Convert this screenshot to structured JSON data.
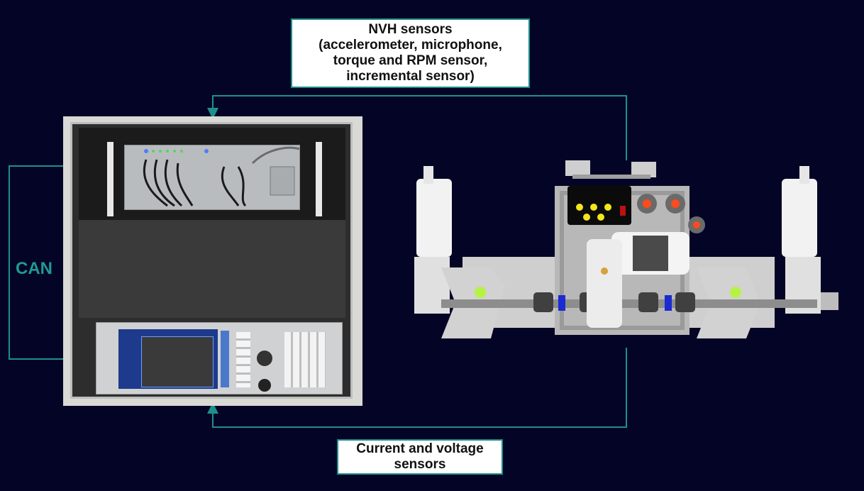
{
  "labels": {
    "nvh": [
      "NVH sensors",
      "(accelerometer, microphone,",
      "torque and RPM sensor,",
      "incremental sensor)"
    ],
    "current_voltage": [
      "Current and voltage",
      "sensors"
    ],
    "can": "CAN"
  },
  "colors": {
    "background": "#040526",
    "connector": "#1f8f8a",
    "can_text": "#1f9a96"
  },
  "images": {
    "rack": "measurement-rack-photo",
    "bench": "electric-drive-test-bench-render"
  }
}
